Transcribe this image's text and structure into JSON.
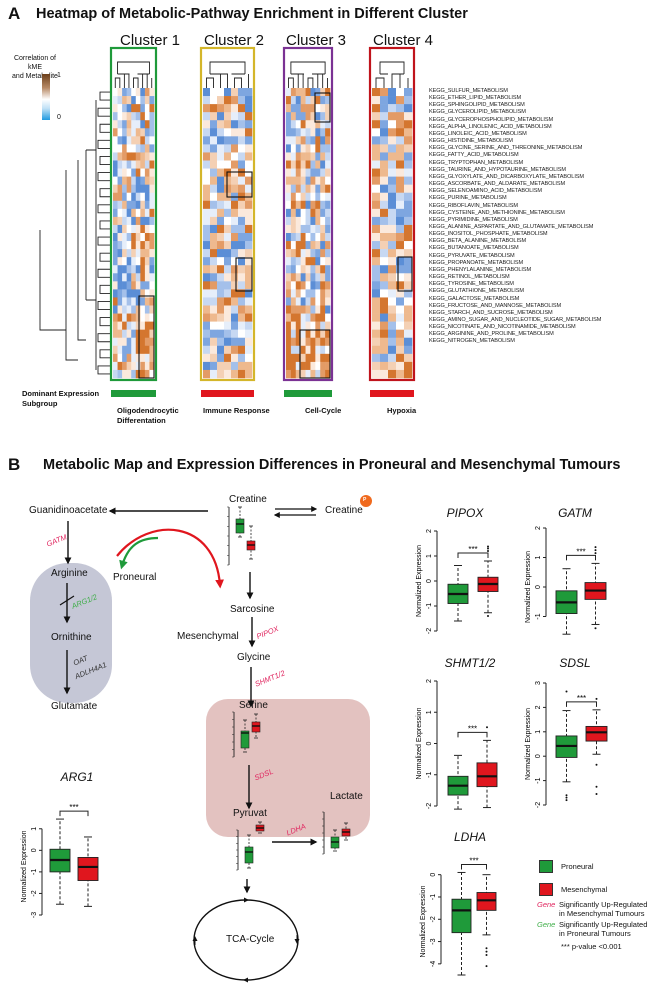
{
  "panelA": {
    "letter": "A",
    "title": "Heatmap of Metabolic-Pathway Enrichment in Different Cluster",
    "colorbar": {
      "title_line1": "Correlation of kME",
      "title_line2": "and Metabolite",
      "max_label": "1",
      "min_label": "0",
      "colors": {
        "high": "#7a4a1e",
        "mid": "#ffffff",
        "low": "#2a9fe0"
      }
    },
    "clusters": [
      {
        "label": "Cluster 1",
        "border_color": "#1f9a3a",
        "subgroup_color": "#1f9a3a",
        "subgroup_line1": "Oligodendrocytic",
        "subgroup_line2": "Differentation",
        "columns": 9
      },
      {
        "label": "Cluster 2",
        "border_color": "#d4b62a",
        "subgroup_color": "#e0161e",
        "subgroup_line1": "Immune Response",
        "subgroup_line2": "",
        "columns": 7
      },
      {
        "label": "Cluster 3",
        "border_color": "#7b3294",
        "subgroup_color": "#1f9a3a",
        "subgroup_line1": "Cell-Cycle",
        "subgroup_line2": "",
        "columns": 9
      },
      {
        "label": "Cluster 4",
        "border_color": "#c0141c",
        "subgroup_color": "#e0161e",
        "subgroup_line1": "Hypoxia",
        "subgroup_line2": "",
        "columns": 5
      }
    ],
    "subgroup_row_label_line1": "Dominant Expression",
    "subgroup_row_label_line2": "Subgroup",
    "pathways": [
      "KEGG_SULFUR_METABOLISM",
      "KEGG_ETHER_LIPID_METABOLISM",
      "KEGG_SPHINGOLIPID_METABOLISM",
      "KEGG_GLYCEROLIPID_METABOLISM",
      "KEGG_GLYCEROPHOSPHOLIPID_METABOLISM",
      "KEGG_ALPHA_LINOLENIC_ACID_METABOLISM",
      "KEGG_LINOLEIC_ACID_METABOLISM",
      "KEGG_HISTIDINE_METABOLISM",
      "KEGG_GLYCINE_SERINE_AND_THREONINE_METABOLISM",
      "KEGG_FATTY_ACID_METABOLISM",
      "KEGG_TRYPTOPHAN_METABOLISM",
      "KEGG_TAURINE_AND_HYPOTAURINE_METABOLISM",
      "KEGG_GLYOXYLATE_AND_DICARBOXYLATE_METABOLISM",
      "KEGG_ASCORBATE_AND_ALDARATE_METABOLISM",
      "KEGG_SELENOAMINO_ACID_METABOLISM",
      "KEGG_PURINE_METABOLISM",
      "KEGG_RIBOFLAVIN_METABOLISM",
      "KEGG_CYSTEINE_AND_METHIONINE_METABOLISM",
      "KEGG_PYRIMIDINE_METABOLISM",
      "KEGG_ALANINE_ASPARTATE_AND_GLUTAMATE_METABOLISM",
      "KEGG_INOSITOL_PHOSPHATE_METABOLISM",
      "KEGG_BETA_ALANINE_METABOLISM",
      "KEGG_BUTANOATE_METABOLISM",
      "KEGG_PYRUVATE_METABOLISM",
      "KEGG_PROPANOATE_METABOLISM",
      "KEGG_PHENYLALANINE_METABOLISM",
      "KEGG_RETINOL_METABOLISM",
      "KEGG_TYROSINE_METABOLISM",
      "KEGG_GLUTATHIONE_METABOLISM",
      "KEGG_GALACTOSE_METABOLISM",
      "KEGG_FRUCTOSE_AND_MANNOSE_METABOLISM",
      "KEGG_STARCH_AND_SUCROSE_METABOLISM",
      "KEGG_AMINO_SUGAR_AND_NUCLEOTIDE_SUGAR_METABOLISM",
      "KEGG_NICOTINATE_AND_NICOTINAMIDE_METABOLISM",
      "KEGG_ARGININE_AND_PROLINE_METABOLISM",
      "KEGG_NITROGEN_METABOLISM"
    ]
  },
  "panelB": {
    "letter": "B",
    "title": "Metabolic Map and Expression Differences in Proneural and Mesenchymal Tumours",
    "metabolites": {
      "guanidinoacetate": "Guanidinoacetate",
      "creatine": "Creatine",
      "creatine_p": "Creatine",
      "phospho_badge": "P",
      "arginine": "Arginine",
      "ornithine": "Ornithine",
      "glutamate": "Glutamate",
      "sarcosine": "Sarcosine",
      "glycine": "Glycine",
      "serine": "Serine",
      "pyruvat": "Pyruvat",
      "lactate": "Lactate",
      "tca": "TCA-Cycle"
    },
    "subtypes": {
      "proneural": "Proneural",
      "mesenchymal": "Mesenchymal"
    },
    "enzymes": {
      "gatm": {
        "label": "GATM",
        "regulation": "mesenchymal"
      },
      "arg12": {
        "label": "ARG1/2",
        "regulation": "proneural"
      },
      "oat": {
        "label": "OAT",
        "regulation": "none"
      },
      "aldh4a1": {
        "label": "ADLH4A1",
        "regulation": "none"
      },
      "pipox": {
        "label": "PIPOX",
        "regulation": "mesenchymal"
      },
      "shmt12": {
        "label": "SHMT1/2",
        "regulation": "mesenchymal"
      },
      "sdsl": {
        "label": "SDSL",
        "regulation": "mesenchymal"
      },
      "ldha": {
        "label": "LDHA",
        "regulation": "mesenchymal"
      }
    },
    "colors": {
      "proneural": "#1f9a3a",
      "mesenchymal": "#e0161e",
      "gene_up_mes": "#e0245e",
      "gene_up_pro": "#3fae49",
      "urea_box": "#c5c7d6",
      "glycolysis_box": "#e3c2c0",
      "phospho": "#f06a1e"
    },
    "boxplots": [
      {
        "gene": "PIPOX",
        "ylabel": "Normalized Expression",
        "yticks": [
          -2,
          -1,
          0,
          1,
          2
        ],
        "ylim": [
          -2,
          2
        ],
        "significance": "***",
        "groups": [
          {
            "name": "Proneural",
            "whisker_low": -1.6,
            "q1": -0.9,
            "median": -0.52,
            "q3": -0.13,
            "whisker_high": 0.62,
            "outliers": []
          },
          {
            "name": "Mesenchymal",
            "whisker_low": -1.27,
            "q1": -0.42,
            "median": -0.12,
            "q3": 0.15,
            "whisker_high": 0.8,
            "outliers": [
              1.2,
              1.3,
              1.38,
              -1.4
            ]
          }
        ]
      },
      {
        "gene": "GATM",
        "ylabel": "Normalized Expression",
        "yticks": [
          -1,
          0,
          1,
          2
        ],
        "ylim": [
          -2,
          2
        ],
        "significance": "***",
        "groups": [
          {
            "name": "Proneural",
            "whisker_low": -1.6,
            "q1": -0.9,
            "median": -0.52,
            "q3": -0.13,
            "whisker_high": 0.62,
            "outliers": []
          },
          {
            "name": "Mesenchymal",
            "whisker_low": -1.27,
            "q1": -0.42,
            "median": -0.12,
            "q3": 0.15,
            "whisker_high": 0.8,
            "outliers": [
              1.15,
              1.25,
              1.35,
              -1.4
            ]
          }
        ]
      },
      {
        "gene": "SHMT1/2",
        "ylabel": "Normalized Expression",
        "yticks": [
          -2,
          -1,
          0,
          1,
          2
        ],
        "ylim": [
          -2,
          2
        ],
        "significance": "***",
        "groups": [
          {
            "name": "Proneural",
            "whisker_low": -2.1,
            "q1": -1.65,
            "median": -1.35,
            "q3": -1.05,
            "whisker_high": -0.38,
            "outliers": []
          },
          {
            "name": "Mesenchymal",
            "whisker_low": -2.05,
            "q1": -1.38,
            "median": -1.05,
            "q3": -0.62,
            "whisker_high": 0.1,
            "outliers": [
              0.52
            ]
          }
        ]
      },
      {
        "gene": "SDSL",
        "ylabel": "Normalized Expression",
        "yticks": [
          -2,
          -1,
          0,
          1,
          2,
          3
        ],
        "ylim": [
          -2,
          3
        ],
        "significance": "***",
        "groups": [
          {
            "name": "Proneural",
            "whisker_low": -1.05,
            "q1": -0.05,
            "median": 0.42,
            "q3": 0.83,
            "whisker_high": 1.87,
            "outliers": [
              -1.6,
              -1.7,
              -1.8,
              2.65
            ]
          },
          {
            "name": "Mesenchymal",
            "whisker_low": 0.08,
            "q1": 0.62,
            "median": 0.98,
            "q3": 1.22,
            "whisker_high": 1.9,
            "outliers": [
              -0.35,
              -1.25,
              -1.55,
              2.35
            ]
          }
        ]
      },
      {
        "gene": "LDHA",
        "ylabel": "Normalized Expression",
        "yticks": [
          -4,
          -3,
          -2,
          -1,
          0
        ],
        "ylim": [
          -4.5,
          0.3
        ],
        "significance": "***",
        "groups": [
          {
            "name": "Proneural",
            "whisker_low": -4.5,
            "q1": -2.6,
            "median": -1.6,
            "q3": -1.1,
            "whisker_high": 0.1,
            "outliers": []
          },
          {
            "name": "Mesenchymal",
            "whisker_low": -2.7,
            "q1": -1.6,
            "median": -1.15,
            "q3": -0.8,
            "whisker_high": 0.0,
            "outliers": [
              -3.3,
              -3.45,
              -3.6,
              -4.1
            ]
          }
        ]
      },
      {
        "gene": "ARG1",
        "ylabel": "Normalized Expression",
        "yticks": [
          -3,
          -2,
          -1,
          0,
          1
        ],
        "ylim": [
          -3,
          1.5
        ],
        "significance": "***",
        "groups": [
          {
            "name": "Proneural",
            "whisker_low": -2.5,
            "q1": -1.0,
            "median": -0.45,
            "q3": 0.05,
            "whisker_high": 1.45,
            "outliers": []
          },
          {
            "name": "Mesenchymal",
            "whisker_low": -2.6,
            "q1": -1.4,
            "median": -0.77,
            "q3": -0.33,
            "whisker_high": 0.62,
            "outliers": []
          }
        ]
      }
    ],
    "legend": {
      "proneural": "Proneural",
      "mesenchymal": "Mesenchymal",
      "gene_word": "Gene",
      "mes_line1": "Significantly Up-Regulated",
      "mes_line2": "in Mesenchymal Tumours",
      "pro_line1": "Significantly Up-Regulated",
      "pro_line2": "in Proneural Tumours",
      "pvalue": "*** p-value <0.001"
    }
  }
}
